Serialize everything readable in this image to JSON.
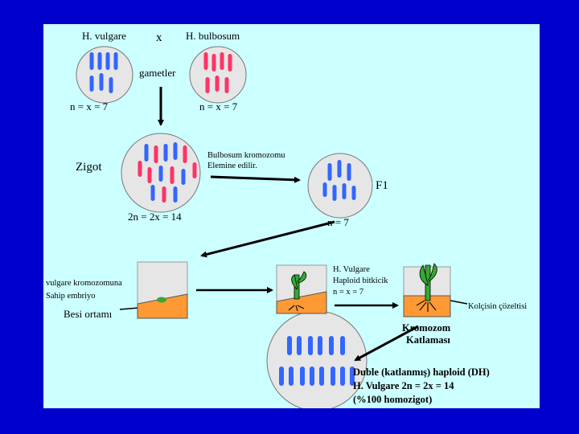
{
  "labels": {
    "parent1": "H. vulgare",
    "cross": "x",
    "parent2": "H. bulbosum",
    "gametes": "gametler",
    "n_left": "n = x = 7",
    "n_right": "n = x = 7",
    "zygote": "Zigot",
    "elimination_line1": "Bulbosum kromozomu",
    "elimination_line2": "Elemine edilir.",
    "f1": "F1",
    "zygote_ploidy": "2n = 2x = 14",
    "f1_ploidy": "n = 7",
    "embryo_line1": "vulgare kromozomuna",
    "embryo_line2": "Sahip embriyo",
    "medium": "Besi ortamı",
    "haploid_line1": "H. Vulgare",
    "haploid_line2": "Haploid bitkicik",
    "haploid_line3": "n = x = 7",
    "colchicine": "Kolçisin çözeltisi",
    "doubling_line1": "Kromozom",
    "doubling_line2": "Katlaması",
    "dh_line1": "Duble (katlanmış) haploid (DH)",
    "dh_line2": "H. Vulgare 2n = 2x = 14",
    "dh_line3": "(%100 homozigot)"
  },
  "colors": {
    "vulgare_chromosome": "#3366ff",
    "bulbosum_chromosome": "#ff3366",
    "cell_fill": "#e6e6e6",
    "medium_fill": "#ff9933",
    "plant_green": "#33aa33",
    "background_frame": "#0000cc",
    "slide_background": "#ccffff"
  }
}
